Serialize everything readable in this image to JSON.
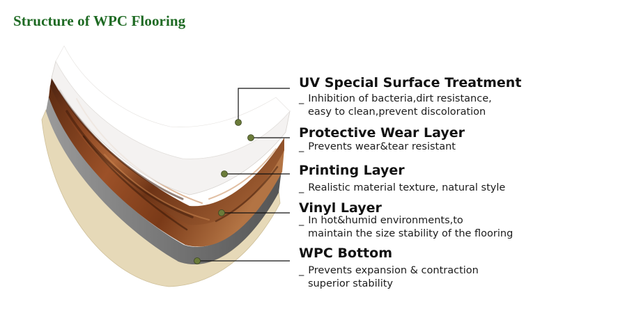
{
  "title": "Structure of WPC Flooring",
  "colors": {
    "title": "#1e6a23",
    "leader_dot": "#6b7b3a",
    "wood_dark": "#5a2a12",
    "wood_light": "#a35a2e",
    "vinyl": "#6d6d6d",
    "bottom": "#e6d9b8"
  },
  "layers": [
    {
      "name": "UV Special Surface Treatment",
      "description": [
        "Inhibition of bacteria,dirt resistance,",
        "easy to clean,prevent discoloration"
      ]
    },
    {
      "name": "Protective Wear Layer",
      "description": [
        "Prevents wear&tear resistant"
      ]
    },
    {
      "name": "Printing Layer",
      "description": [
        "Realistic material texture, natural style"
      ]
    },
    {
      "name": "Vinyl Layer",
      "description": [
        "In hot&humid environments,to",
        "maintain the size stability of the flooring"
      ]
    },
    {
      "name": "WPC Bottom",
      "description": [
        "Prevents expansion & contraction",
        "superior stability"
      ]
    }
  ]
}
